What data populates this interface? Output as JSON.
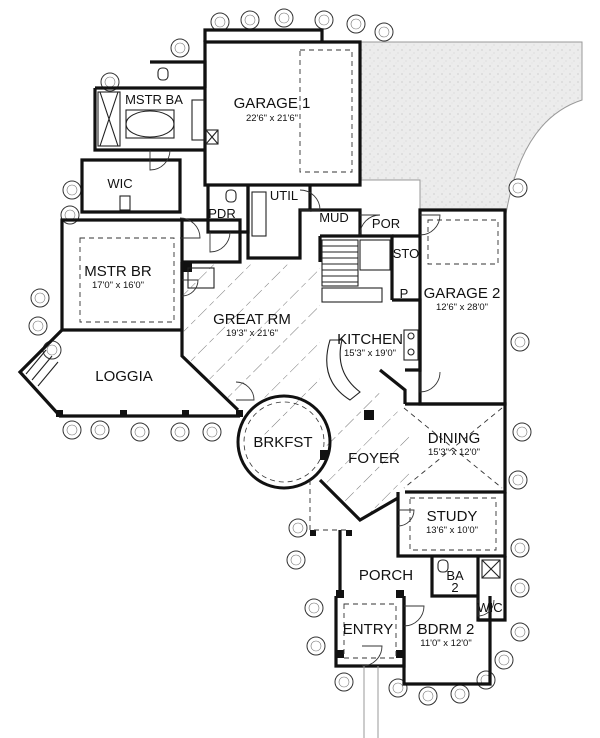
{
  "rooms": {
    "garage1": {
      "name": "GARAGE 1",
      "dims": "22'6\" x 21'6\""
    },
    "mstr_ba": {
      "name": "MSTR BA"
    },
    "wic_master": {
      "name": "WIC"
    },
    "pdr": {
      "name": "PDR"
    },
    "util": {
      "name": "UTIL"
    },
    "mud": {
      "name": "MUD"
    },
    "por": {
      "name": "POR"
    },
    "sto": {
      "name": "STO"
    },
    "pantry": {
      "name": "P"
    },
    "mstr_br": {
      "name": "MSTR BR",
      "dims": "17'0\" x 16'0\""
    },
    "great_rm": {
      "name": "GREAT RM",
      "dims": "19'3\" x 21'6\""
    },
    "garage2": {
      "name": "GARAGE 2",
      "dims": "12'6\" x 28'0\""
    },
    "kitchen": {
      "name": "KITCHEN",
      "dims": "15'3\" x 19'0\""
    },
    "loggia": {
      "name": "LOGGIA"
    },
    "brkfst": {
      "name": "BRKFST"
    },
    "foyer": {
      "name": "FOYER"
    },
    "dining": {
      "name": "DINING",
      "dims": "15'3\" x 12'0\""
    },
    "study": {
      "name": "STUDY",
      "dims": "13'6\" x 10'0\""
    },
    "porch": {
      "name": "PORCH"
    },
    "ba2": {
      "name": "BA",
      "sub": "2"
    },
    "entry": {
      "name": "ENTRY"
    },
    "bdrm2": {
      "name": "BDRM 2",
      "dims": "11'0\" x 12'0\""
    },
    "wic2": {
      "name": "WIC"
    }
  },
  "colors": {
    "wall": "#111111",
    "paving": "#e6e6e6",
    "background": "#ffffff"
  },
  "icons": [
    "tree-icon",
    "door-swing-icon",
    "bathtub-icon",
    "toilet-icon",
    "staircase-icon"
  ]
}
